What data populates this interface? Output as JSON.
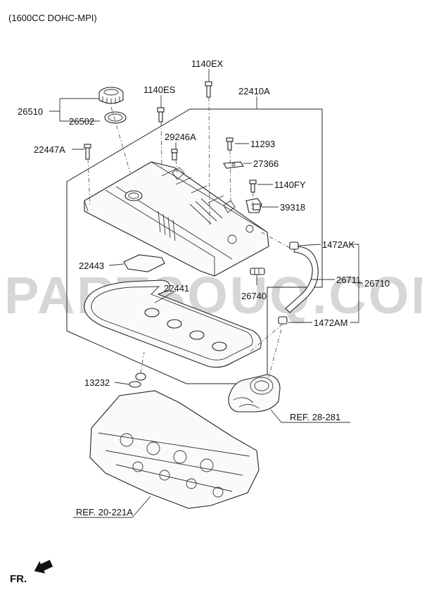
{
  "header": {
    "engine_spec": "(1600CC DOHC-MPI)"
  },
  "watermark": "PARTSOUQ.COM",
  "parts": {
    "p26510": "26510",
    "p26502": "26502",
    "p22447A": "22447A",
    "p1140ES": "1140ES",
    "p1140EX": "1140EX",
    "p22410A": "22410A",
    "p29246A": "29246A",
    "p11293": "11293",
    "p27366": "27366",
    "p1140FY": "1140FY",
    "p39318": "39318",
    "p1472AK": "1472AK",
    "p26711": "26711",
    "p26710": "26710",
    "p1472AM": "1472AM",
    "p22443": "22443",
    "p22441": "22441",
    "p26740": "26740",
    "p13232": "13232"
  },
  "references": {
    "ref_28_281": "REF. 28-281",
    "ref_20_221A": "REF. 20-221A"
  },
  "direction": {
    "front_label": "FR."
  },
  "icons": [
    "arrow-front-icon"
  ]
}
